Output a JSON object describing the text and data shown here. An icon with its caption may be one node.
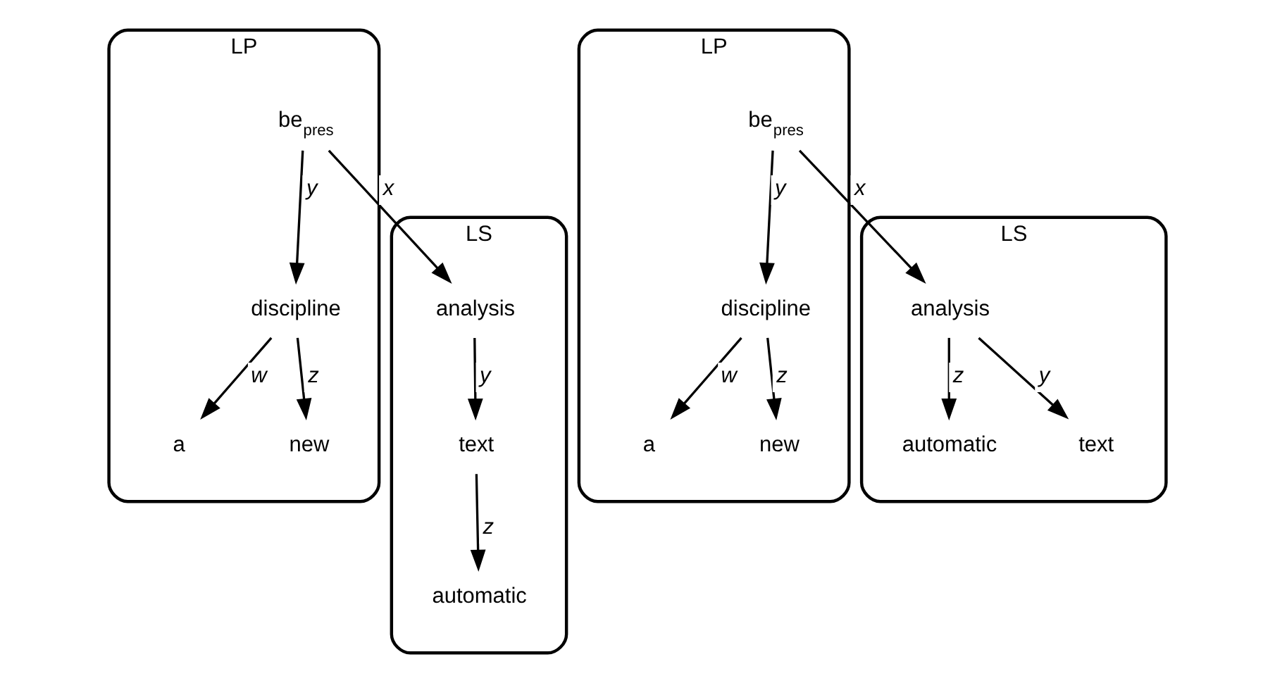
{
  "diagram": {
    "nodes": [
      {
        "text": [
          "LP"
        ]
      },
      {
        "text": [
          "be$_{pres}$"
        ],
        "in": 0
      },
      {
        "text": [
          "discipline"
        ],
        "in": 0
      },
      {
        "text": [
          "a"
        ],
        "in": 0
      },
      {
        "text": [
          "new"
        ],
        "in": 0
      },
      {
        "text": [
          "LS"
        ]
      },
      {
        "text": [
          "analysis"
        ],
        "in": 5
      },
      {
        "text": [
          "text"
        ],
        "in": 5
      },
      {
        "text": [
          "automatic"
        ],
        "in": 5
      },
      {
        "text": [
          "LP"
        ]
      },
      {
        "text": [
          "be$_{pres}$"
        ],
        "in": 9
      },
      {
        "text": [
          "discipline"
        ],
        "in": 9
      },
      {
        "text": [
          "a"
        ],
        "in": 9
      },
      {
        "text": [
          "new"
        ],
        "in": 9
      },
      {
        "text": [
          "LS"
        ]
      },
      {
        "text": [
          "analysis"
        ],
        "in": 14
      },
      {
        "text": [
          "automatic"
        ],
        "in": 14
      },
      {
        "text": [
          "text"
        ],
        "in": 14
      }
    ],
    "edges": [
      {
        "from": 1,
        "to": 6,
        "arrow": "to",
        "label": "x"
      },
      {
        "from": 1,
        "to": 2,
        "arrow": "to",
        "label": "y"
      },
      {
        "from": 2,
        "to": 3,
        "arrow": "to",
        "label": "w"
      },
      {
        "from": 2,
        "to": 4,
        "arrow": "to",
        "label": "z"
      },
      {
        "from": 6,
        "to": 7,
        "arrow": "to",
        "label": "y"
      },
      {
        "from": 7,
        "to": 8,
        "arrow": "to",
        "label": "z"
      },
      {
        "from": 10,
        "to": 15,
        "arrow": "to",
        "label": "x"
      },
      {
        "from": 10,
        "to": 11,
        "arrow": "to",
        "label": "y"
      },
      {
        "from": 11,
        "to": 12,
        "arrow": "to",
        "label": "w"
      },
      {
        "from": 11,
        "to": 13,
        "arrow": "to",
        "label": "z"
      },
      {
        "from": 15,
        "to": 16,
        "arrow": "to",
        "label": "z"
      },
      {
        "from": 15,
        "to": 17,
        "arrow": "to",
        "label": "y"
      }
    ]
  }
}
